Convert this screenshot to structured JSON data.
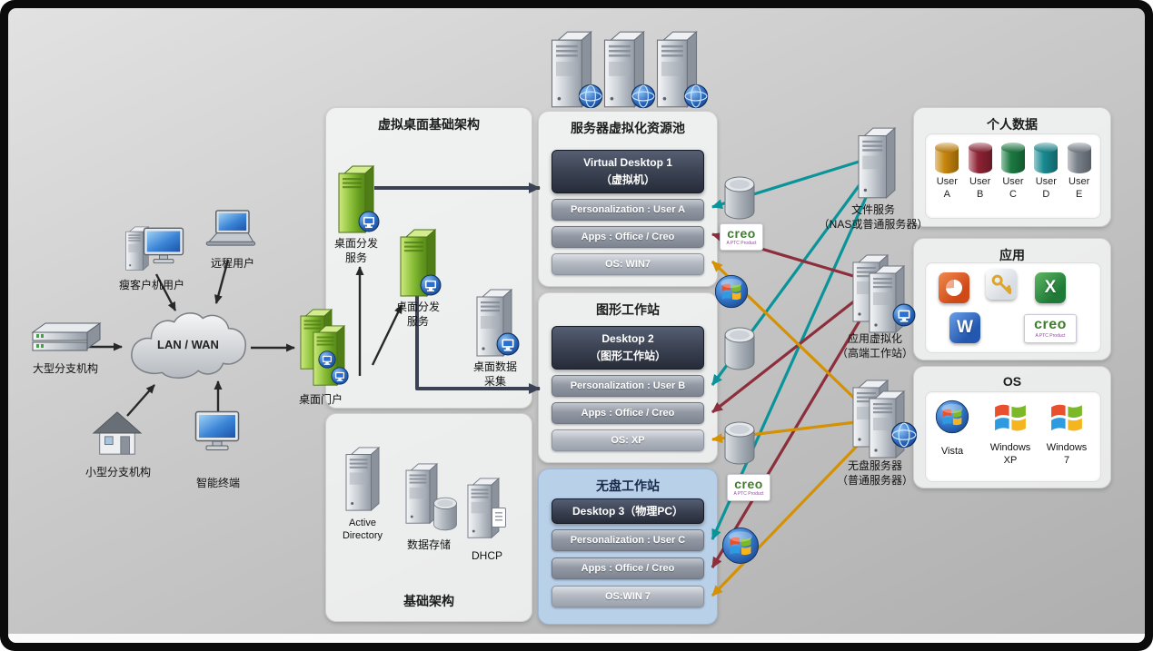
{
  "clients": {
    "thin_client": "瘦客户机用户",
    "remote_user": "远程用户",
    "large_branch": "大型分支机构",
    "small_branch": "小型分支机构",
    "smart_terminal": "智能终端",
    "cloud": "LAN / WAN",
    "portal": "桌面门户"
  },
  "vdi_panel": {
    "title": "虚拟桌面基础架构",
    "dist_service_1": "桌面分发\n服务",
    "dist_service_2": "桌面分发\n服务",
    "data_collect": "桌面数据\n采集"
  },
  "infra_panel": {
    "title": "基础架构",
    "active_directory": "Active\nDirectory",
    "data_storage": "数据存储",
    "dhcp": "DHCP"
  },
  "pool_panel": {
    "title": "服务器虚拟化资源池",
    "box_title": "Virtual Desktop 1\n（虚拟机）",
    "rows": [
      "Personalization : User A",
      "Apps : Office / Creo",
      "OS: WIN7"
    ]
  },
  "graphics_panel": {
    "title": "图形工作站",
    "box_title": "Desktop 2\n（图形工作站）",
    "rows": [
      "Personalization : User B",
      "Apps : Office / Creo",
      "OS: XP"
    ]
  },
  "diskless_panel": {
    "title": "无盘工作站",
    "box_title": "Desktop 3（物理PC）",
    "rows": [
      "Personalization : User C",
      "Apps : Office / Creo",
      "OS:WIN 7"
    ]
  },
  "right": {
    "file_service": "文件服务\n（NAS或普通服务器）",
    "app_virtualization": "应用虚拟化\n（高端工作站）",
    "diskless_server": "无盘服务器\n（普通服务器）",
    "personal_data": {
      "title": "个人数据",
      "users": [
        {
          "label": "User\nA",
          "color": "#c8860d"
        },
        {
          "label": "User\nB",
          "color": "#8e2233"
        },
        {
          "label": "User\nC",
          "color": "#1b7a41"
        },
        {
          "label": "User\nD",
          "color": "#188a90"
        },
        {
          "label": "User\nE",
          "color": "#79818b"
        }
      ]
    },
    "apps": {
      "title": "应用",
      "icons": [
        {
          "name": "powerpoint-icon"
        },
        {
          "name": "key-icon"
        },
        {
          "name": "excel-icon",
          "glyph": "X"
        },
        {
          "name": "word-icon",
          "glyph": "W"
        },
        {
          "name": "creo-logo",
          "text": "creo",
          "subtext": "A PTC Product"
        }
      ]
    },
    "os": {
      "title": "OS",
      "labels": [
        "Vista",
        "Windows\nXP",
        "Windows\n7"
      ]
    }
  },
  "creo_badge": {
    "text": "creo",
    "subtext": "A PTC Product"
  },
  "colors": {
    "teal_arrow": "#0a9398",
    "red_arrow": "#8c2e3b",
    "orange_arrow": "#d59104",
    "slate_arrow": "#3b4254",
    "black_arrow": "#26282a"
  }
}
